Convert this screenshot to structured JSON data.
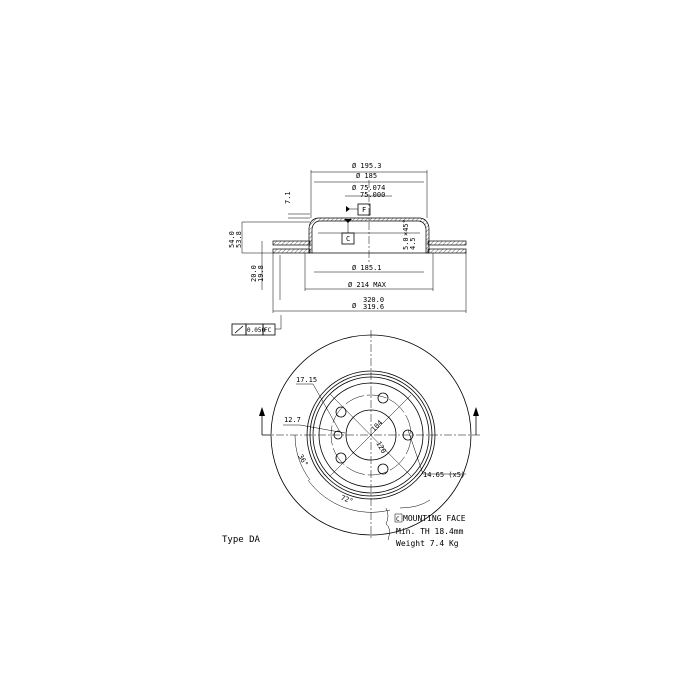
{
  "side_view": {
    "d_195_3": "Ø 195.3",
    "d_185": "Ø 185",
    "d_bore_max": "75.074",
    "d_bore_min": "75.000",
    "d_bore_symbol": "Ø",
    "datum_f": "F",
    "datum_c": "C",
    "h_7_1": "7.1",
    "h_54_0": "54.0",
    "h_53_8": "53.8",
    "h_5_0": "5.0",
    "h_4_5": "4.5",
    "chamfer": "×45°",
    "t_20_0": "20.0",
    "t_19_8": "19.8",
    "d_185_1": "Ø 185.1",
    "d_214": "Ø 214 MAX",
    "d_320_0": "320.0",
    "d_319_6": "319.6",
    "runout_value": "0.050",
    "runout_ref": "FC"
  },
  "front_view": {
    "d_17_15": "17.15",
    "d_12_7": "12.7",
    "angle_36": "36°",
    "angle_72": "72°",
    "pcd_104": "104",
    "pcd_120": "120",
    "holes": "14.65 (x5)"
  },
  "notes": {
    "type": "Type DA",
    "mounting_ref": "C",
    "mounting_face": "MOUNTING FACE",
    "min_th": "Min. TH 18.4mm",
    "weight": "Weight  7.4  Kg"
  }
}
